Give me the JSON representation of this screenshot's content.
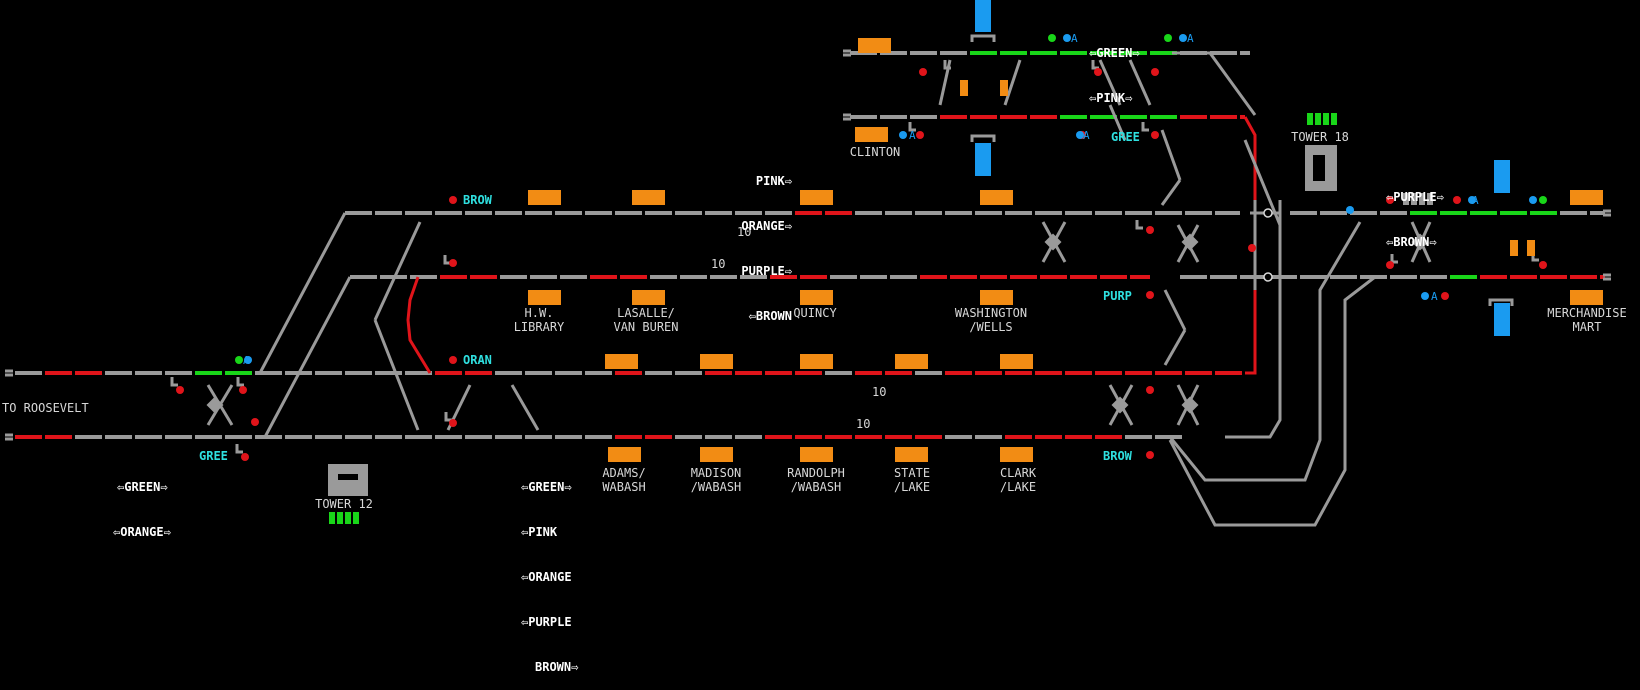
{
  "colors": {
    "background": "#000000",
    "track_idle": "#9a9a9a",
    "track_occupied": "#e0141a",
    "track_route": "#19d619",
    "train": "#f28c14",
    "platform": "#1a9bf0",
    "signal_stop": "#e0141a",
    "signal_clear": "#19d619",
    "signal_call_on": "#1a9bf0",
    "label": "#d8d8d8",
    "route_label": "#ffffff",
    "track_name": "#2fe0e0"
  },
  "towers": [
    {
      "name": "TOWER 12"
    },
    {
      "name": "TOWER 18"
    }
  ],
  "stations": [
    {
      "name": "H.W.\nLIBRARY"
    },
    {
      "name": "LASALLE/\nVAN BUREN"
    },
    {
      "name": "QUINCY"
    },
    {
      "name": "WASHINGTON\n/WELLS"
    },
    {
      "name": "ADAMS/\nWABASH"
    },
    {
      "name": "MADISON\n/WABASH"
    },
    {
      "name": "RANDOLPH\n/WABASH"
    },
    {
      "name": "STATE\n/LAKE"
    },
    {
      "name": "CLARK\n/LAKE"
    },
    {
      "name": "CLINTON"
    },
    {
      "name": "MERCHANDISE\nMART"
    }
  ],
  "destination": "TO ROOSEVELT",
  "track_names": {
    "brow_top": "BROW",
    "oran": "ORAN",
    "gree_left": "GREE",
    "gree_upper": "GREE",
    "purp": "PURP",
    "brow_bottom": "BROW"
  },
  "route_groups": {
    "left_bottom": [
      "⇦GREEN⇨",
      "⇦ORANGE⇨"
    ],
    "center_bottom": [
      "⇦GREEN⇨",
      "⇦PINK",
      "⇦ORANGE",
      "⇦PURPLE",
      "BROWN⇨"
    ],
    "center_top": [
      "PINK⇨",
      "ORANGE⇨",
      "PURPLE⇨",
      "⇦BROWN"
    ],
    "top_right": [
      "⇦GREEN⇨",
      "⇦PINK⇨"
    ],
    "right": [
      "⇦PURPLE⇨",
      "⇦BROWN⇨"
    ]
  },
  "track_numbers": [
    "10",
    "10",
    "10",
    "10"
  ],
  "signal_letter": "A"
}
